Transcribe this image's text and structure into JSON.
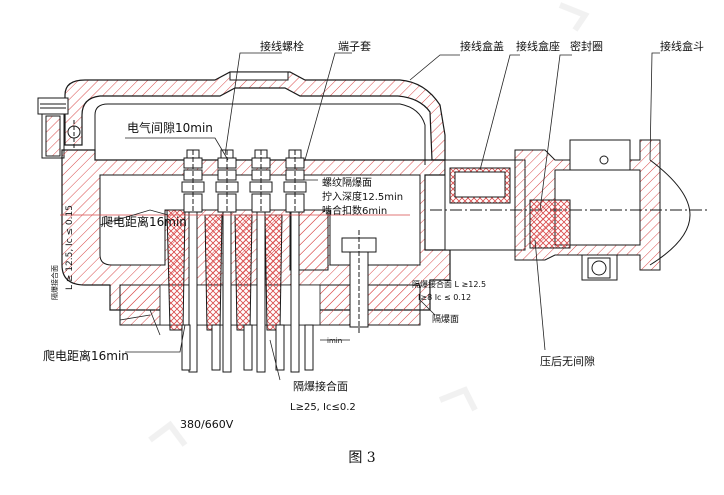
{
  "figure": {
    "caption": "图 3",
    "labels": {
      "terminal_bolt": "接线螺栓",
      "terminal_sleeve": "端子套",
      "box_cover": "接线盒盖",
      "box_base": "接线盒座",
      "seal_ring": "密封圈",
      "box_spout": "接线盒斗",
      "electrical_clearance": "电气间隙10min",
      "creepage_top": "爬电距离16min",
      "creepage_bottom": "爬电距离16min",
      "thread_flameproof_1": "螺纹隔爆面",
      "thread_flameproof_2": "拧入深度12.5min",
      "thread_flameproof_3": "啮合扣数6min",
      "left_vertical_1": "L ≥ 12.5, Ic ≤ 0.15",
      "left_vertical_2": "隔爆接合面",
      "right_joint_1": "隔爆接合面 L ≥12.5",
      "right_joint_2": "I≥8  Ic ≤ 0.12",
      "flameproof_shell": "隔爆面",
      "no_gap_after_press": "压后无间隙",
      "joint_surface": "隔爆接合面",
      "joint_values": "L≥25,  Ic≤0.2",
      "voltage": "380/660V",
      "dim_small": "imin"
    }
  },
  "colors": {
    "line": "#1a1a1a",
    "hatch": "#d94a4a",
    "leader": "#222222",
    "watermark": "#e6e6e6"
  }
}
